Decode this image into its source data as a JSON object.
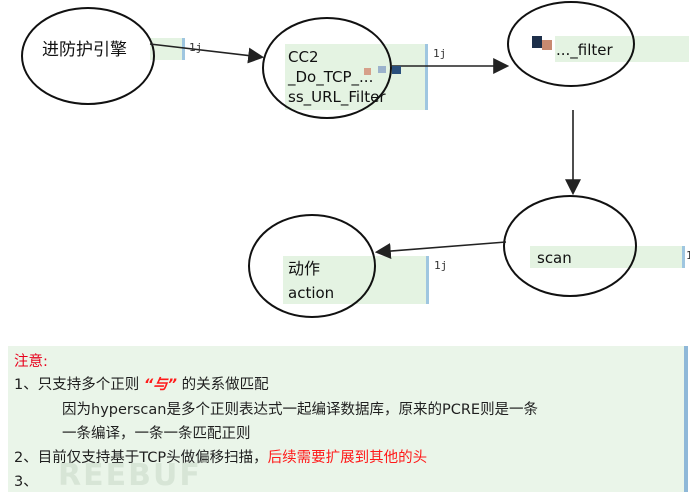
{
  "nodes": {
    "n1": {
      "label": "进防护引擎",
      "tag": "1j"
    },
    "n2": {
      "line1": "CC2",
      "line2": "_Do_TCP_...",
      "line3": "ss_URL_Filter",
      "tag": "1j"
    },
    "n3": {
      "label": "..._filter"
    },
    "n4": {
      "label": "scan",
      "tag": "1"
    },
    "n5": {
      "line1": "动作",
      "line2": "action",
      "tag": "1j"
    }
  },
  "note": {
    "title": "注意:",
    "line1_pre": "1、只支持多个正则",
    "line1_quote": "“与”",
    "line1_post": "的关系做匹配",
    "line2": "因为hyperscan是多个正则表达式一起编译数据库，原来的PCRE则是一条",
    "line3": "一条编译，一条一条匹配正则",
    "line4_pre": "2、目前仅支持基于TCP头做偏移扫描，",
    "line4_red": "后续需要扩展到其他的头",
    "line5": "3、"
  },
  "watermark": "REEBUF",
  "colors": {
    "highlight": "#e4f3e2",
    "tag_bar": "#9fc6e0",
    "accent_red": "#ff1a1a"
  }
}
